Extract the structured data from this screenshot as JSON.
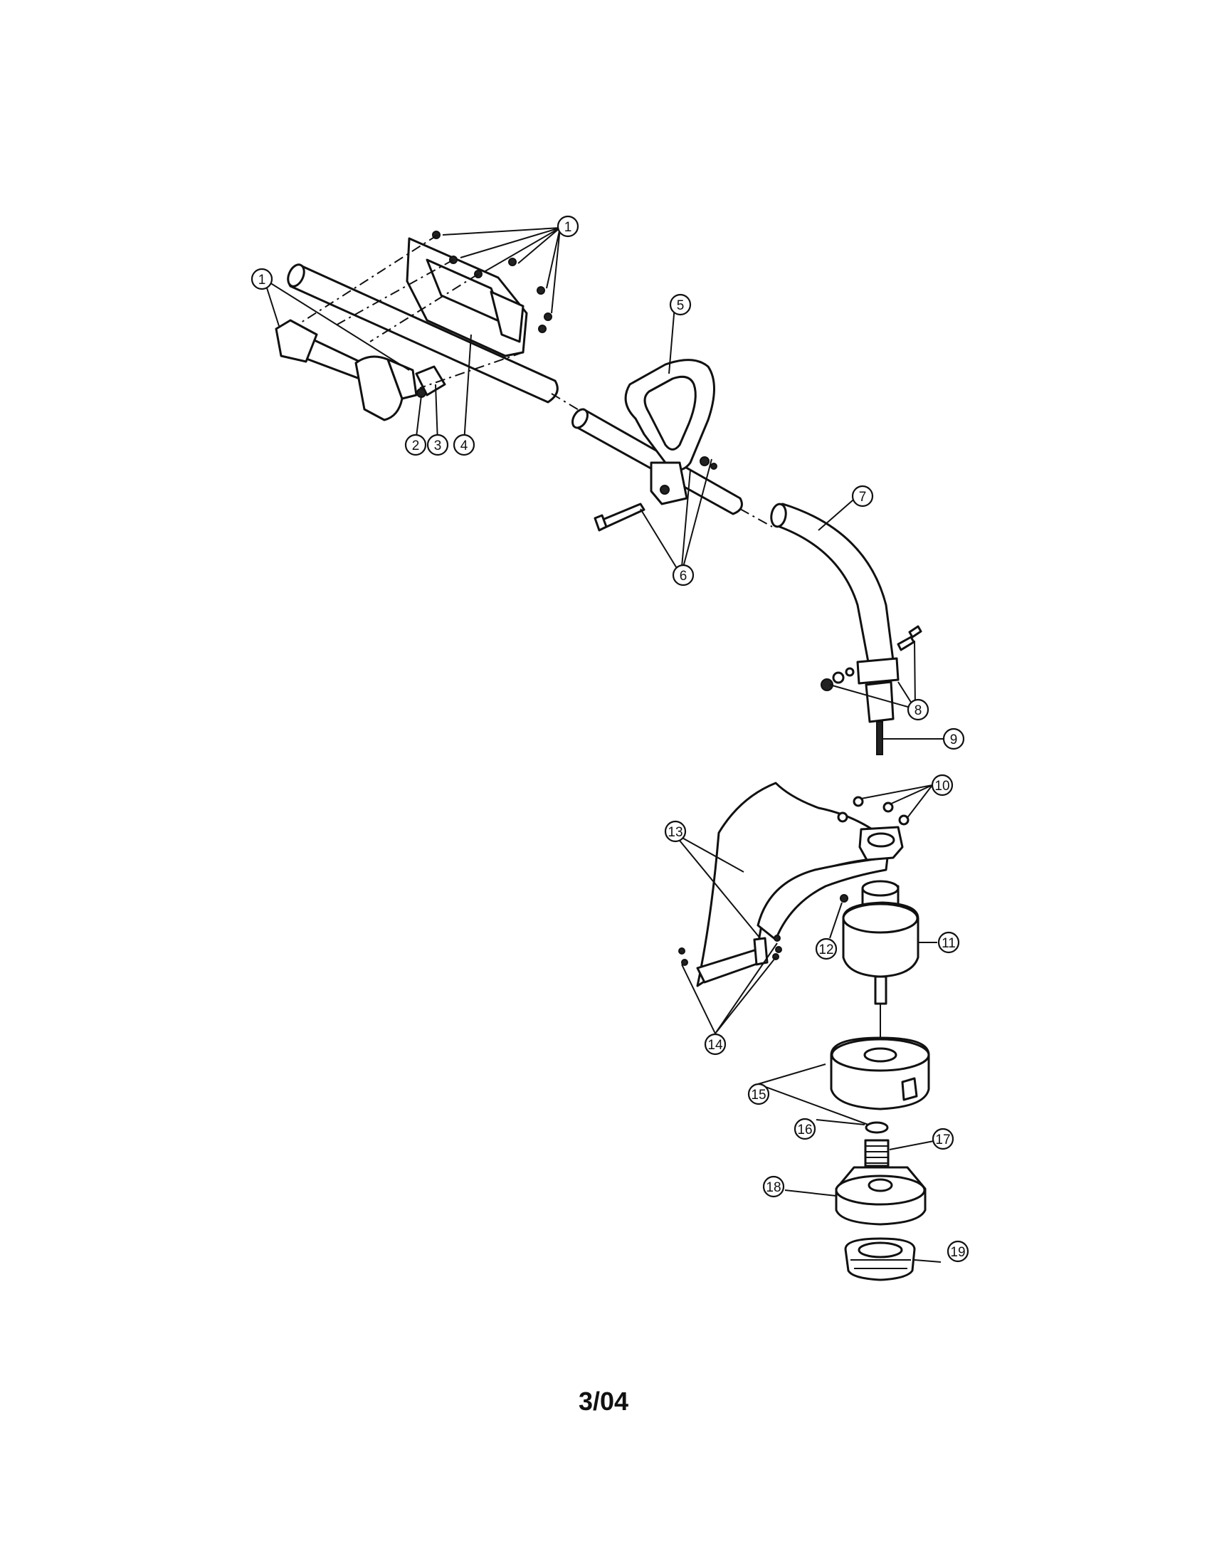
{
  "footer": {
    "date_code": "3/04"
  },
  "callouts": [
    "1",
    "1",
    "2",
    "3",
    "4",
    "5",
    "6",
    "7",
    "8",
    "9",
    "10",
    "11",
    "12",
    "13",
    "14",
    "15",
    "16",
    "17",
    "18",
    "19"
  ],
  "colors": {
    "ink": "#111111",
    "paper": "#ffffff"
  }
}
